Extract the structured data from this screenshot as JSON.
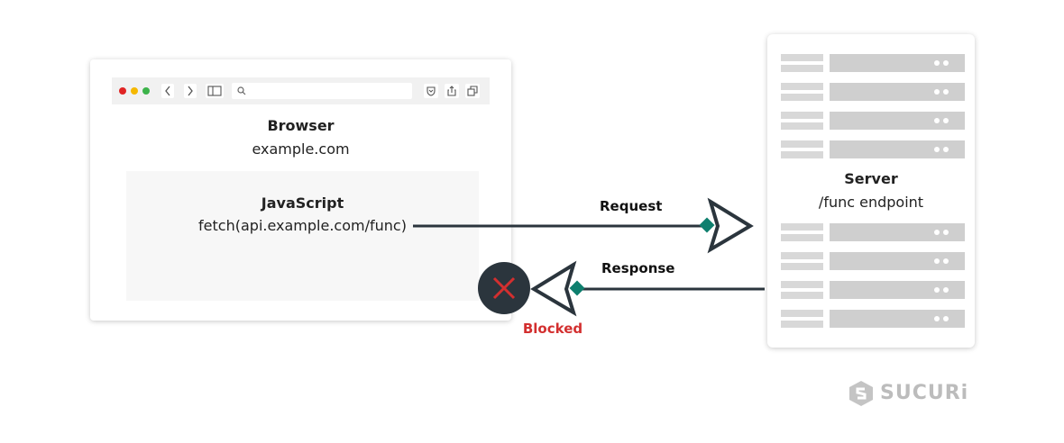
{
  "browser": {
    "title": "Browser",
    "domain": "example.com",
    "js_title": "JavaScript",
    "js_code": "fetch(api.example.com/func)"
  },
  "server": {
    "title": "Server",
    "endpoint": "/func endpoint"
  },
  "arrows": {
    "request_label": "Request",
    "response_label": "Response"
  },
  "status": {
    "blocked_label": "Blocked"
  },
  "logo": {
    "text": "SUCURi"
  },
  "colors": {
    "accent_teal": "#0e7f6e",
    "arrow_dark": "#2b353d",
    "blocked_red": "#d32f2f",
    "traffic_red": "#e02424",
    "traffic_yellow": "#f5b800",
    "traffic_green": "#3cb34a"
  }
}
